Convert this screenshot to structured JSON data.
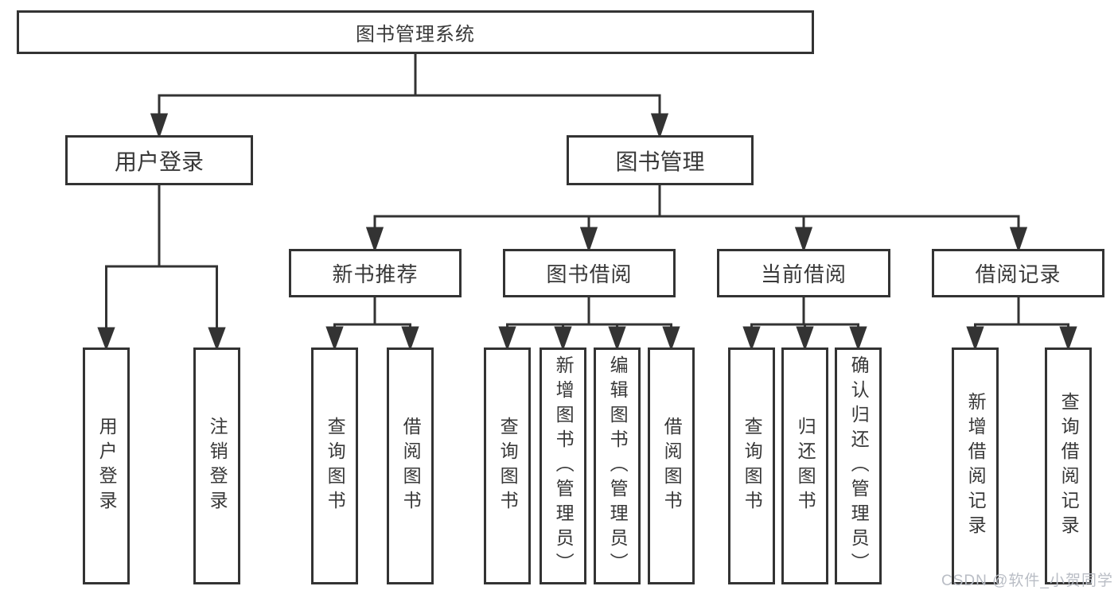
{
  "diagram": {
    "root": {
      "label": "图书管理系统"
    },
    "branches": [
      {
        "label": "用户登录",
        "children": [
          {
            "label": "用户登录"
          },
          {
            "label": "注销登录"
          }
        ]
      },
      {
        "label": "图书管理",
        "children": [
          {
            "label": "新书推荐",
            "children": [
              {
                "label": "查询图书"
              },
              {
                "label": "借阅图书"
              }
            ]
          },
          {
            "label": "图书借阅",
            "children": [
              {
                "label": "查询图书"
              },
              {
                "label": "新增图书（管理员）"
              },
              {
                "label": "编辑图书（管理员）"
              },
              {
                "label": "借阅图书"
              }
            ]
          },
          {
            "label": "当前借阅",
            "children": [
              {
                "label": "查询图书"
              },
              {
                "label": "归还图书"
              },
              {
                "label": "确认归还（管理员）"
              }
            ]
          },
          {
            "label": "借阅记录",
            "children": [
              {
                "label": "新增借阅记录"
              },
              {
                "label": "查询借阅记录"
              }
            ]
          }
        ]
      }
    ],
    "watermark": "CSDN @软件_小贺同学",
    "colors": {
      "line": "#333333",
      "text": "#383838",
      "background": "#ffffff",
      "watermark": "#b9bdc5"
    }
  }
}
